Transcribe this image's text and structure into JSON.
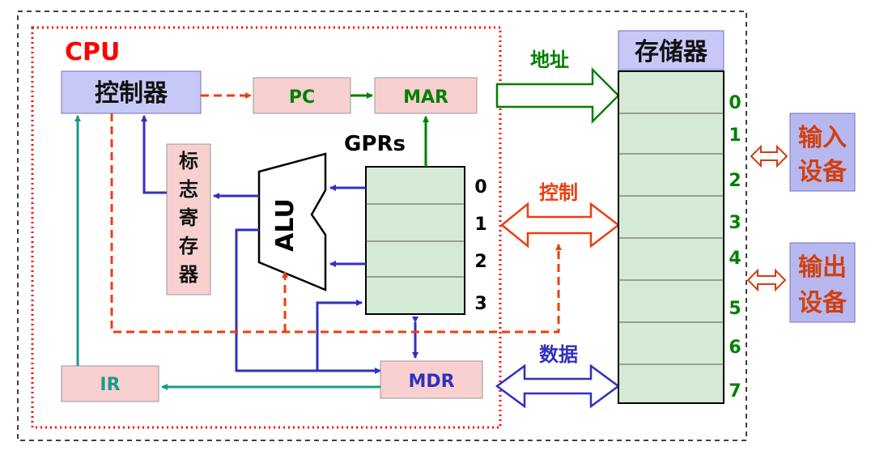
{
  "cpu_label": "CPU",
  "controller": "控制器",
  "pc": "PC",
  "mar": "MAR",
  "gprs": "GPRs",
  "gpr_indices": [
    "0",
    "1",
    "2",
    "3"
  ],
  "alu": "ALU",
  "flags_chars": [
    "标",
    "志",
    "寄",
    "存",
    "器"
  ],
  "ir": "IR",
  "mdr": "MDR",
  "memory": "存储器",
  "memory_indices": [
    "0",
    "1",
    "2",
    "3",
    "4",
    "5",
    "6",
    "7"
  ],
  "bus_address": "地址",
  "bus_control": "控制",
  "bus_data": "数据",
  "input_device": [
    "输入",
    "设备"
  ],
  "output_device": [
    "输出",
    "设备"
  ],
  "colors": {
    "cpu_border": "#ff0000",
    "controller_fill": "#c8c8f8",
    "register_fill": "#f8d0d0",
    "gpr_fill": "#d5ead5",
    "address": "#008000",
    "control": "#e84010",
    "data": "#3030c0",
    "ir_line": "#1a9a8a",
    "device_fill": "#b8b8f0",
    "device_text": "#d04010"
  }
}
